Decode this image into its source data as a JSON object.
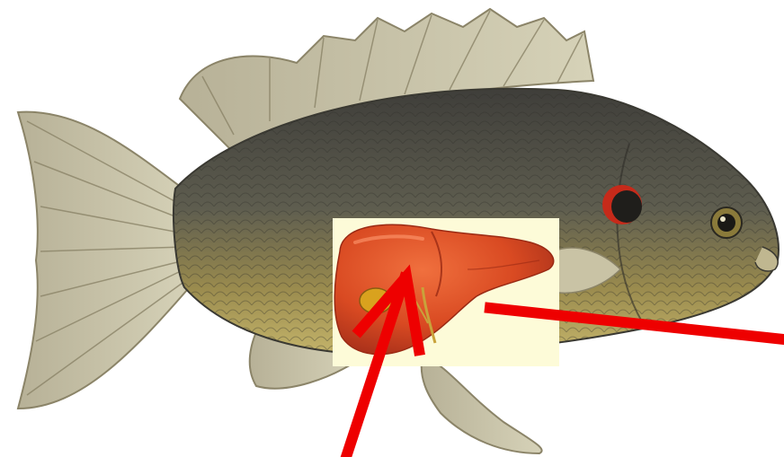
{
  "figure": {
    "background": "#ffffff",
    "fish": {
      "body_dark": "#4a4a44",
      "body_mid": "#6b6a58",
      "belly": "#b9a75a",
      "fin": "#c7c2a4",
      "fin_ray": "#8b8468",
      "gill_spot": "#c62a1a",
      "eye": "#2a2820"
    },
    "liver": {
      "panel": "#fdfbd8",
      "lobe": "#d94a22",
      "lobe_shadow": "#a8301a",
      "gallbladder": "#d9a21e"
    },
    "pointer_color": "#ee0000",
    "pointers": [
      {
        "icon": "arrow-up-right",
        "target": "liver"
      },
      {
        "icon": "line-left",
        "target": "liver"
      }
    ]
  }
}
